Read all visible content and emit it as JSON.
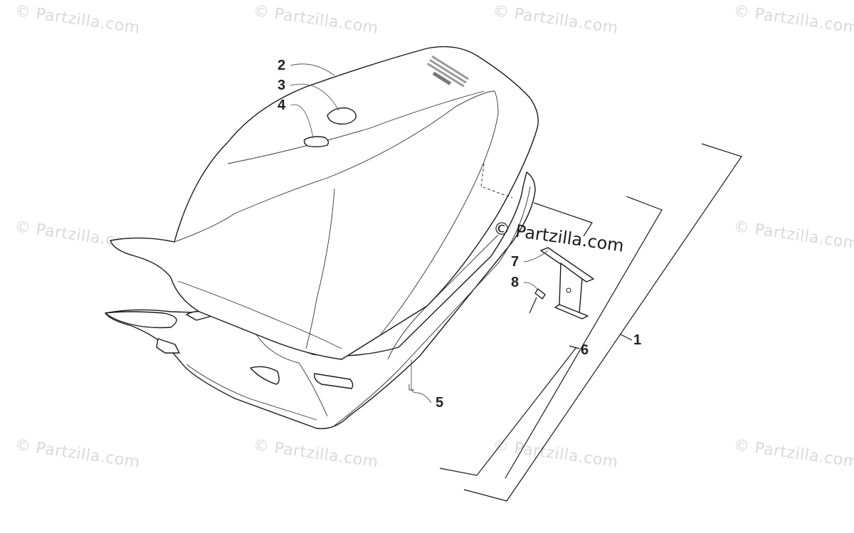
{
  "watermark": {
    "text": "© Partzilla.com",
    "color": "#d9d9d9"
  },
  "center_watermark": {
    "text": "© Partzilla.com"
  },
  "callouts": [
    {
      "id": "2",
      "label": "2"
    },
    {
      "id": "3",
      "label": "3"
    },
    {
      "id": "4",
      "label": "4"
    },
    {
      "id": "7",
      "label": "7"
    },
    {
      "id": "8",
      "label": "8"
    },
    {
      "id": "6",
      "label": "6"
    },
    {
      "id": "1",
      "label": "1"
    },
    {
      "id": "5",
      "label": "5"
    }
  ],
  "colors": {
    "line": "#1a1a1a",
    "background": "#ffffff"
  }
}
